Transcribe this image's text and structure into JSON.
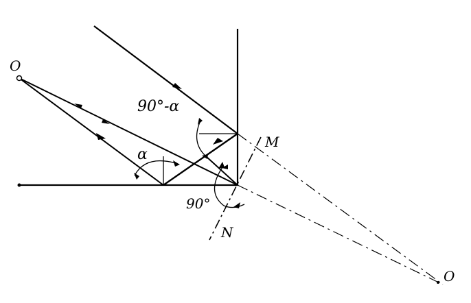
{
  "labels": {
    "source_point": "O",
    "image_point": "O",
    "mirror_point_m": "M",
    "mirror_point_n": "N",
    "angle_complement": "90°-α",
    "angle_alpha": "α",
    "angle_right": "90°"
  },
  "colors": {
    "ink": "#000000",
    "background": "#ffffff"
  }
}
